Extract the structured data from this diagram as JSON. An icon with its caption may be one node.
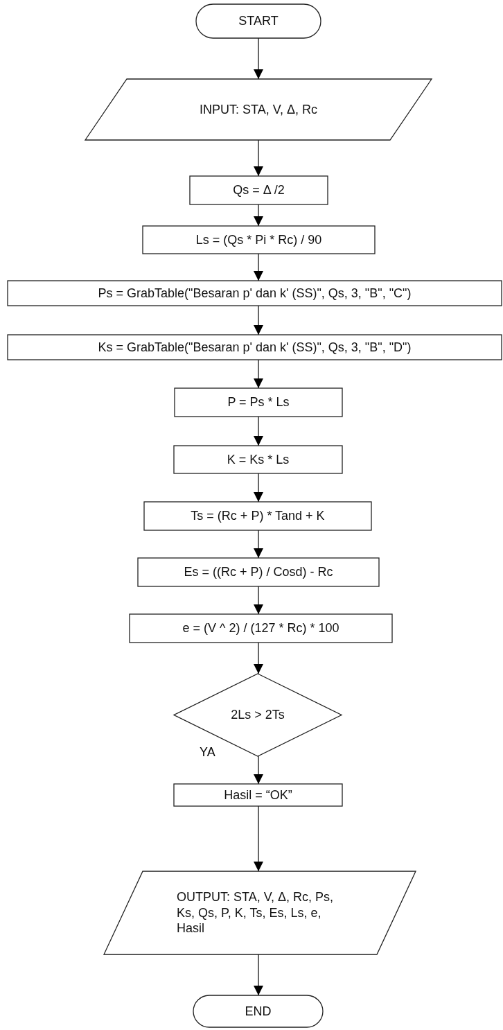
{
  "diagram": {
    "nodes": [
      {
        "text": [
          "START"
        ]
      },
      {
        "text": [
          "INPUT: STA, V, Δ, Rc"
        ]
      },
      {
        "text": [
          "Qs = Δ /2"
        ]
      },
      {
        "text": [
          "Ls = (Qs * Pi * Rc) / 90"
        ]
      },
      {
        "text": [
          "Ps = GrabTable(\"Besaran p' dan k' (SS)\", Qs, 3, \"B\", \"C\")"
        ]
      },
      {
        "text": [
          "Ks = GrabTable(\"Besaran p' dan k' (SS)\", Qs, 3, \"B\", \"D\")"
        ]
      },
      {
        "text": [
          "P = Ps * Ls"
        ]
      },
      {
        "text": [
          "K = Ks * Ls"
        ]
      },
      {
        "text": [
          "Ts = (Rc + P) * Tand + K"
        ]
      },
      {
        "text": [
          "Es = ((Rc + P) / Cosd) - Rc"
        ]
      },
      {
        "text": [
          "e = (V ^ 2) / (127 * Rc) * 100"
        ]
      },
      {
        "text": [
          "2Ls > 2Ts"
        ]
      },
      {
        "text": [
          "Hasil = “OK”"
        ]
      },
      {
        "text": [
          "OUTPUT: STA, V, Δ, Rc, Ps, Ks, Qs, P, K, Ts, Es, Ls, e, Hasil"
        ]
      },
      {
        "text": [
          "END"
        ]
      }
    ],
    "edges": [
      {
        "from": 0,
        "to": 1,
        "arrow": "to"
      },
      {
        "from": 1,
        "to": 2,
        "arrow": "to"
      },
      {
        "from": 2,
        "to": 3,
        "arrow": "to"
      },
      {
        "from": 3,
        "to": 4,
        "arrow": "to"
      },
      {
        "from": 4,
        "to": 5,
        "arrow": "to"
      },
      {
        "from": 5,
        "to": 6,
        "arrow": "to"
      },
      {
        "from": 6,
        "to": 7,
        "arrow": "to"
      },
      {
        "from": 7,
        "to": 8,
        "arrow": "to"
      },
      {
        "from": 8,
        "to": 9,
        "arrow": "to"
      },
      {
        "from": 9,
        "to": 10,
        "arrow": "to"
      },
      {
        "from": 10,
        "to": 11,
        "arrow": "to"
      },
      {
        "from": 11,
        "to": 12,
        "arrow": "to",
        "label": "YA"
      },
      {
        "from": 12,
        "to": 13,
        "arrow": "to"
      },
      {
        "from": 13,
        "to": 14,
        "arrow": "to"
      }
    ]
  }
}
